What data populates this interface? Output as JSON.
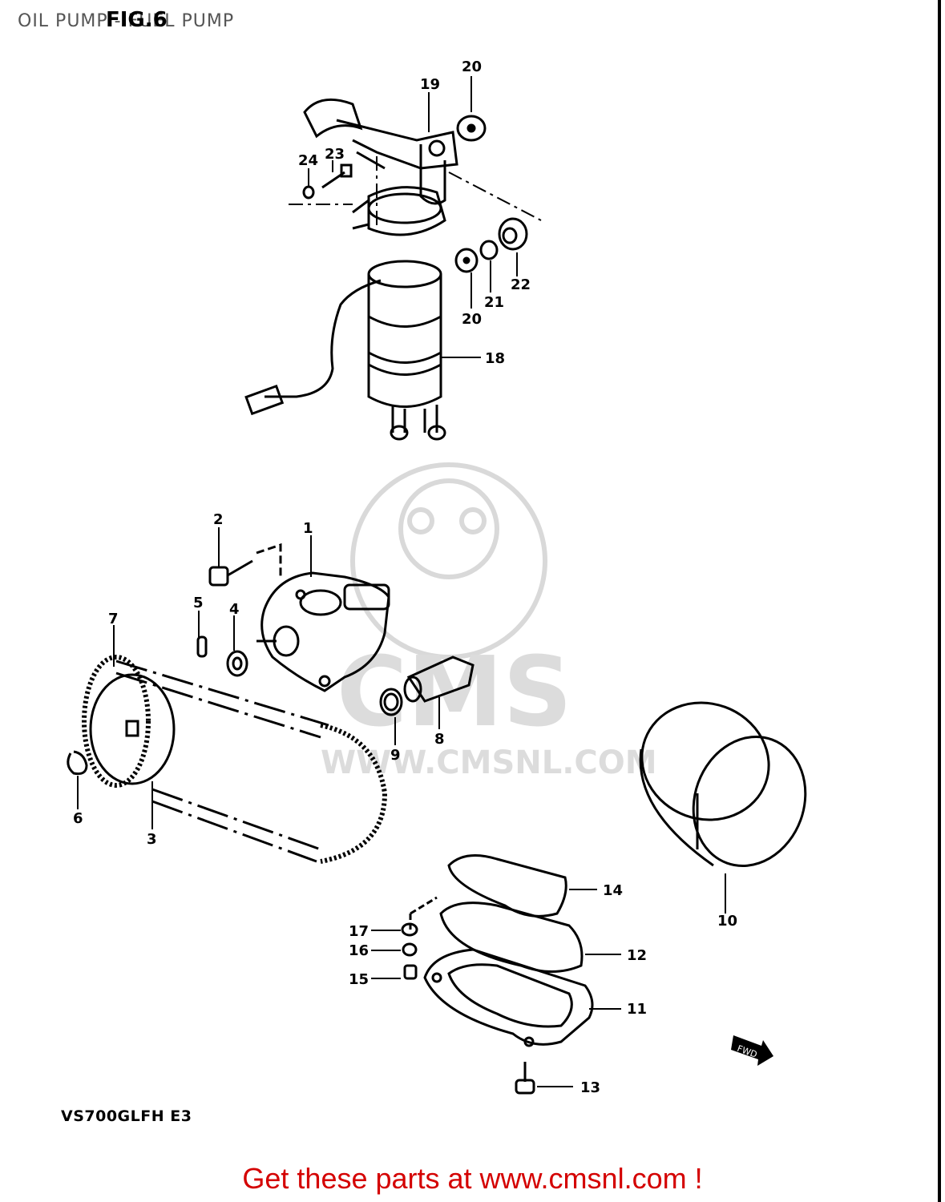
{
  "header": {
    "title": "OIL PUMP - FUEL PUMP",
    "fig_label": "FIG.6"
  },
  "watermark": {
    "brand": "CMS",
    "url": "WWW.CMSNL.COM"
  },
  "model_code": "VS700GLFH  E3",
  "fwd_label": "FWD",
  "parts": [
    {
      "no": "1"
    },
    {
      "no": "2"
    },
    {
      "no": "3"
    },
    {
      "no": "4"
    },
    {
      "no": "5"
    },
    {
      "no": "6"
    },
    {
      "no": "7"
    },
    {
      "no": "8"
    },
    {
      "no": "9"
    },
    {
      "no": "10"
    },
    {
      "no": "11"
    },
    {
      "no": "12"
    },
    {
      "no": "13"
    },
    {
      "no": "14"
    },
    {
      "no": "15"
    },
    {
      "no": "16"
    },
    {
      "no": "17"
    },
    {
      "no": "18"
    },
    {
      "no": "19"
    },
    {
      "no": "20"
    },
    {
      "no": "20"
    },
    {
      "no": "21"
    },
    {
      "no": "22"
    },
    {
      "no": "23"
    },
    {
      "no": "24"
    }
  ],
  "cta": {
    "text": "Get these parts at www.cmsnl.com !"
  },
  "colors": {
    "cta": "#d40000",
    "watermark": "#d9d9d9",
    "line": "#000000"
  }
}
